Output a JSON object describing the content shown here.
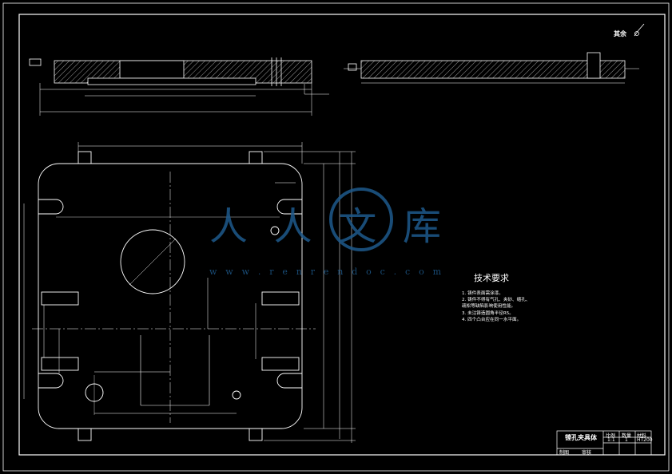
{
  "surface_finish": {
    "label": "其余"
  },
  "tech_requirements": {
    "title": "技术要求",
    "items": [
      "1. 铸件表面需涂漆。",
      "2. 铸件不得有气孔、夹砂、缩孔、",
      "   疏松等缺陷影响使用性能。",
      "3. 未注铸造圆角半径R5。",
      "4. 四个凸台应在同一水平面。"
    ]
  },
  "title_block": {
    "name": "镗孔夹具体",
    "cells": [
      "比例",
      "数量",
      "材料",
      "1:1",
      "1",
      "HT200",
      "制图",
      "审核"
    ]
  },
  "watermark": {
    "brand": "人人文库",
    "url": "w w w . r e n r e n d o c . c o m"
  },
  "colors": {
    "background": "#000000",
    "lines": "#ffffff",
    "watermark": "#1e5a8c"
  }
}
